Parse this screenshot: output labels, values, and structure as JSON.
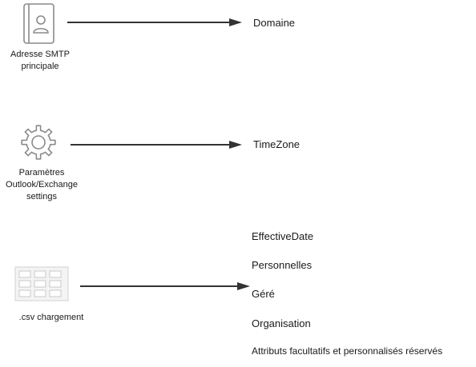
{
  "sources": [
    {
      "label_lines": [
        "Adresse SMTP",
        "principale"
      ],
      "icon": "contact-book-icon"
    },
    {
      "label_lines": [
        "Paramètres",
        "Outlook/Exchange",
        "settings"
      ],
      "icon": "gear-icon"
    },
    {
      "label_lines": [
        ".csv chargement"
      ],
      "icon": "csv-grid-icon"
    }
  ],
  "targets": {
    "domain": "Domaine",
    "timezone": "TimeZone",
    "csv_fields": [
      "EffectiveDate",
      "Personnelles",
      "Géré",
      "Organisation",
      "Attributs facultatifs et personnalisés réservés"
    ]
  },
  "colors": {
    "icon_stroke": "#8a8a8a",
    "icon_fill": "#e6e6e6",
    "arrow": "#333333",
    "text": "#1a1a1a"
  }
}
